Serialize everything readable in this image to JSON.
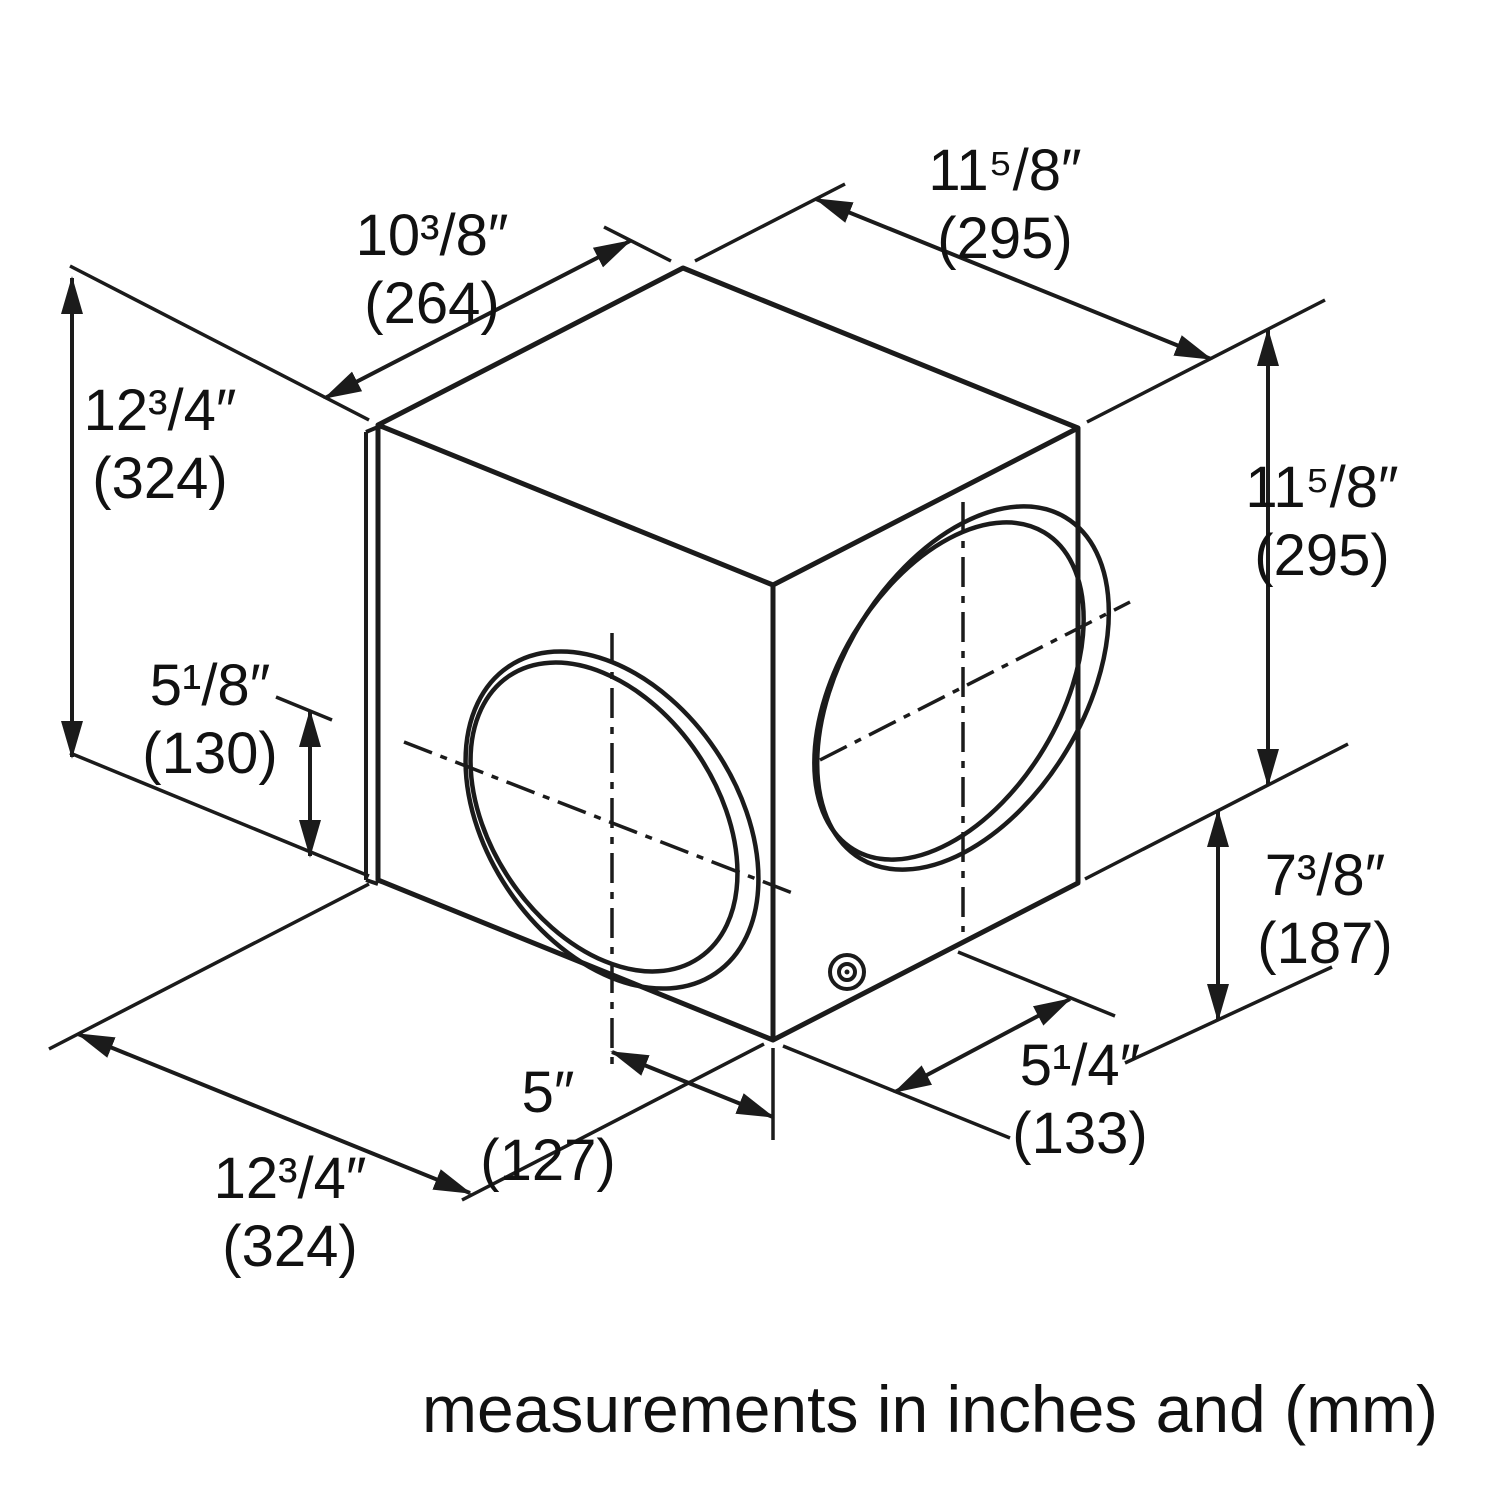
{
  "caption": "measurements in inches and (mm)",
  "colors": {
    "line": "#1b1b1b",
    "background": "#ffffff"
  },
  "dims": {
    "top_width": {
      "inches": "10³/8″",
      "mm": "(264)"
    },
    "top_depth": {
      "inches": "11⁵/8″",
      "mm": "(295)"
    },
    "left_height": {
      "inches": "12³/4″",
      "mm": "(324)"
    },
    "right_height": {
      "inches": "11⁵/8″",
      "mm": "(295)"
    },
    "left_duct_center": {
      "inches": "5¹/8″",
      "mm": "(130)"
    },
    "right_duct_center": {
      "inches": "7³/8″",
      "mm": "(187)"
    },
    "bottom_front_offset": {
      "inches": "5″",
      "mm": "(127)"
    },
    "bottom_right_offset": {
      "inches": "5¹/4″",
      "mm": "(133)"
    },
    "bottom_width": {
      "inches": "12³/4″",
      "mm": "(324)"
    }
  }
}
